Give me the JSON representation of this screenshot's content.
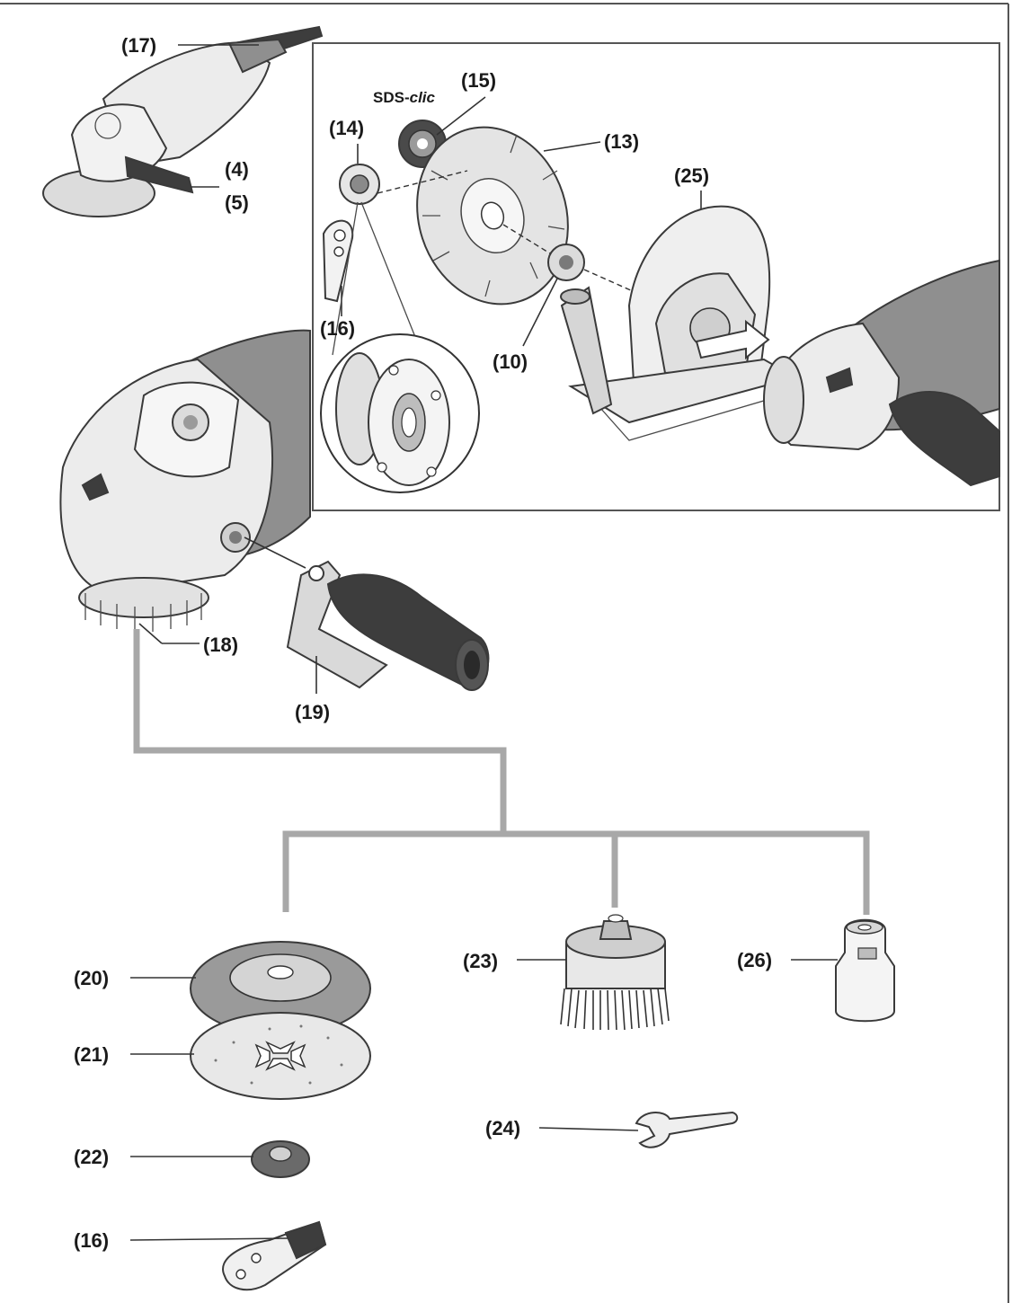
{
  "brand": {
    "prefix": "SDS-",
    "suffix": "clic"
  },
  "labels": {
    "l17": "(17)",
    "l4": "(4)",
    "l5": "(5)",
    "l15": "(15)",
    "l14": "(14)",
    "l13": "(13)",
    "l25": "(25)",
    "l16a": "(16)",
    "l10": "(10)",
    "l18": "(18)",
    "l19": "(19)",
    "l20": "(20)",
    "l21": "(21)",
    "l22": "(22)",
    "l16b": "(16)",
    "l23": "(23)",
    "l24": "(24)",
    "l26": "(26)"
  },
  "colors": {
    "body_grey": "#8f8f8f",
    "light_part": "#ececec",
    "tree_line": "#a8a8a8",
    "dark_part": "#3d3d3d"
  }
}
